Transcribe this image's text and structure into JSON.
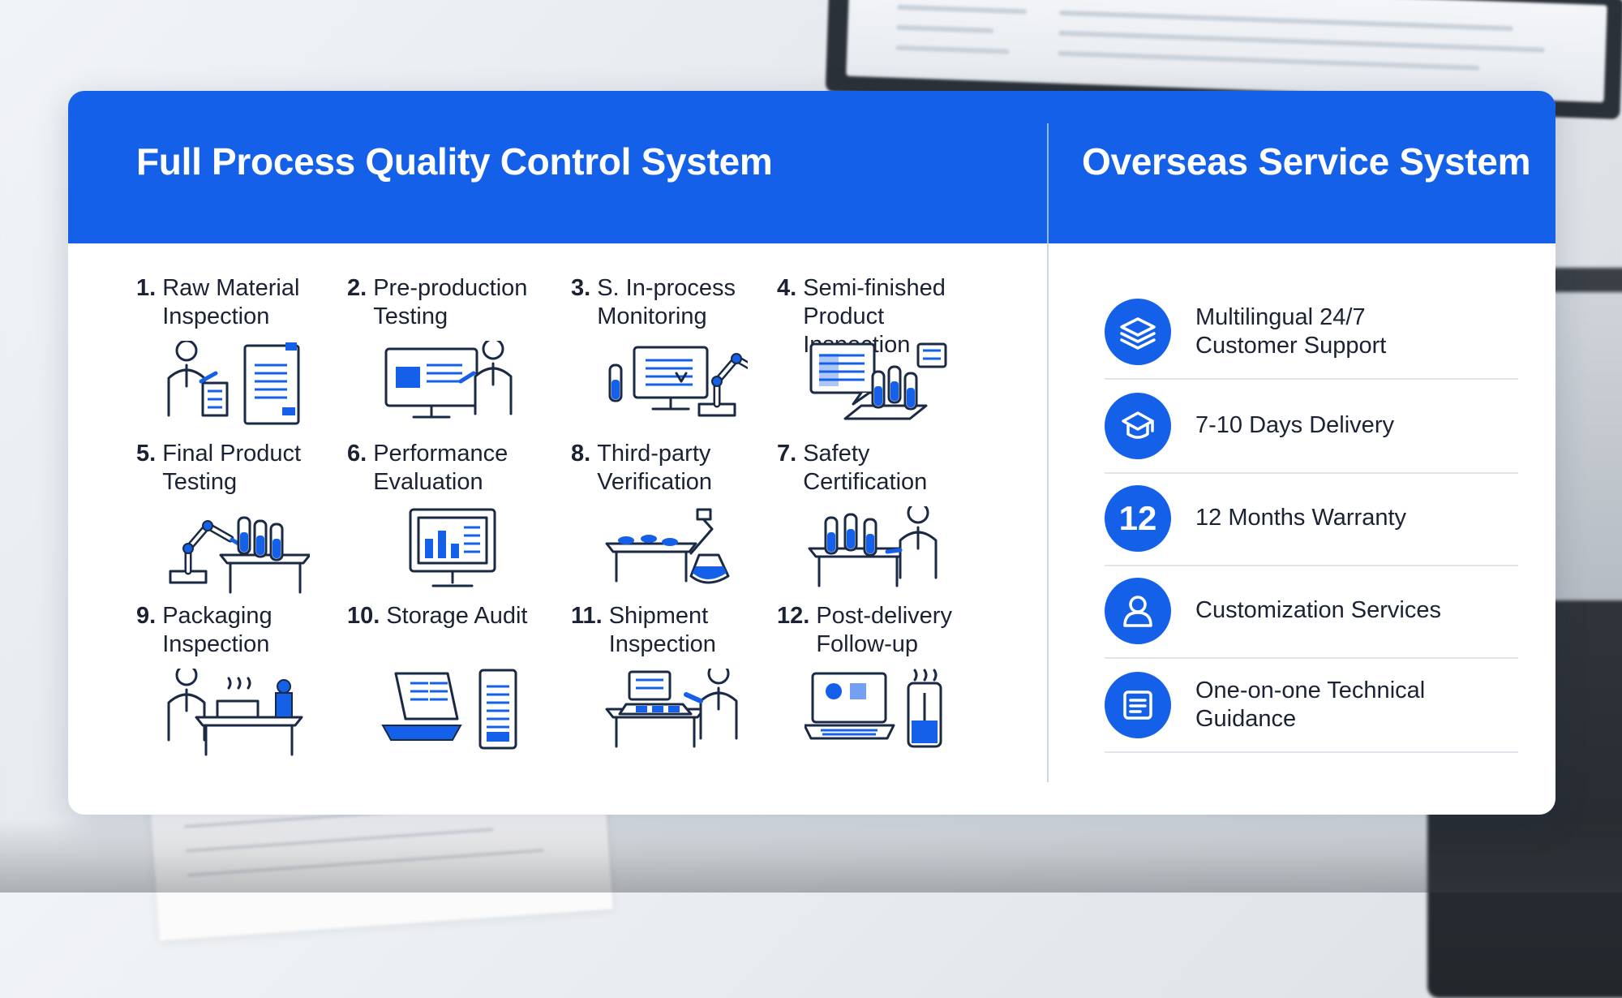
{
  "quality_panel": {
    "title": "Full Process Quality Control System",
    "steps": [
      {
        "num": "1.",
        "label": "Raw Material\nInspection",
        "icon": "inspector-document-icon"
      },
      {
        "num": "2.",
        "label": "Pre-production\nTesting",
        "icon": "monitor-engineer-icon"
      },
      {
        "num": "3.",
        "label": "S.  In-process\nMonitoring",
        "icon": "robot-arm-monitor-icon"
      },
      {
        "num": "4.",
        "label": "Semi-finished\nProduct Inspection",
        "icon": "test-tubes-screen-icon"
      },
      {
        "num": "5.",
        "label": "Final Product\nTesting",
        "icon": "robot-arm-vials-icon"
      },
      {
        "num": "6.",
        "label": "Performance\nEvaluation",
        "icon": "monitor-chart-icon"
      },
      {
        "num": "8.",
        "label": "Third-party\nVerification",
        "icon": "microscope-flask-icon"
      },
      {
        "num": "7.",
        "label": "Safety\nCertification",
        "icon": "vials-technician-icon"
      },
      {
        "num": "9.",
        "label": "Packaging\nInspection",
        "icon": "worker-packaging-icon"
      },
      {
        "num": "10.",
        "label": "Storage Audit",
        "icon": "laptop-storage-icon"
      },
      {
        "num": "11.",
        "label": "Shipment\nInspection",
        "icon": "technician-shipment-icon"
      },
      {
        "num": "12.",
        "label": "Post-delivery\nFollow-up",
        "icon": "laptop-device-icon"
      }
    ]
  },
  "service_panel": {
    "title": "Overseas Service System",
    "items": [
      {
        "label": "Multilingual 24/7\nCustomer Support",
        "icon": "layers-icon"
      },
      {
        "label": "7-10 Days Delivery",
        "icon": "box-delivery-icon"
      },
      {
        "label": "12 Months Warranty",
        "badge": "12"
      },
      {
        "label": "Customization Services",
        "icon": "user-icon"
      },
      {
        "label": "One-on-one Technical\nGuidance",
        "icon": "document-icon"
      }
    ]
  },
  "colors": {
    "accent": "#1560e8",
    "text": "#1a2233",
    "line": "#1b2a44"
  }
}
